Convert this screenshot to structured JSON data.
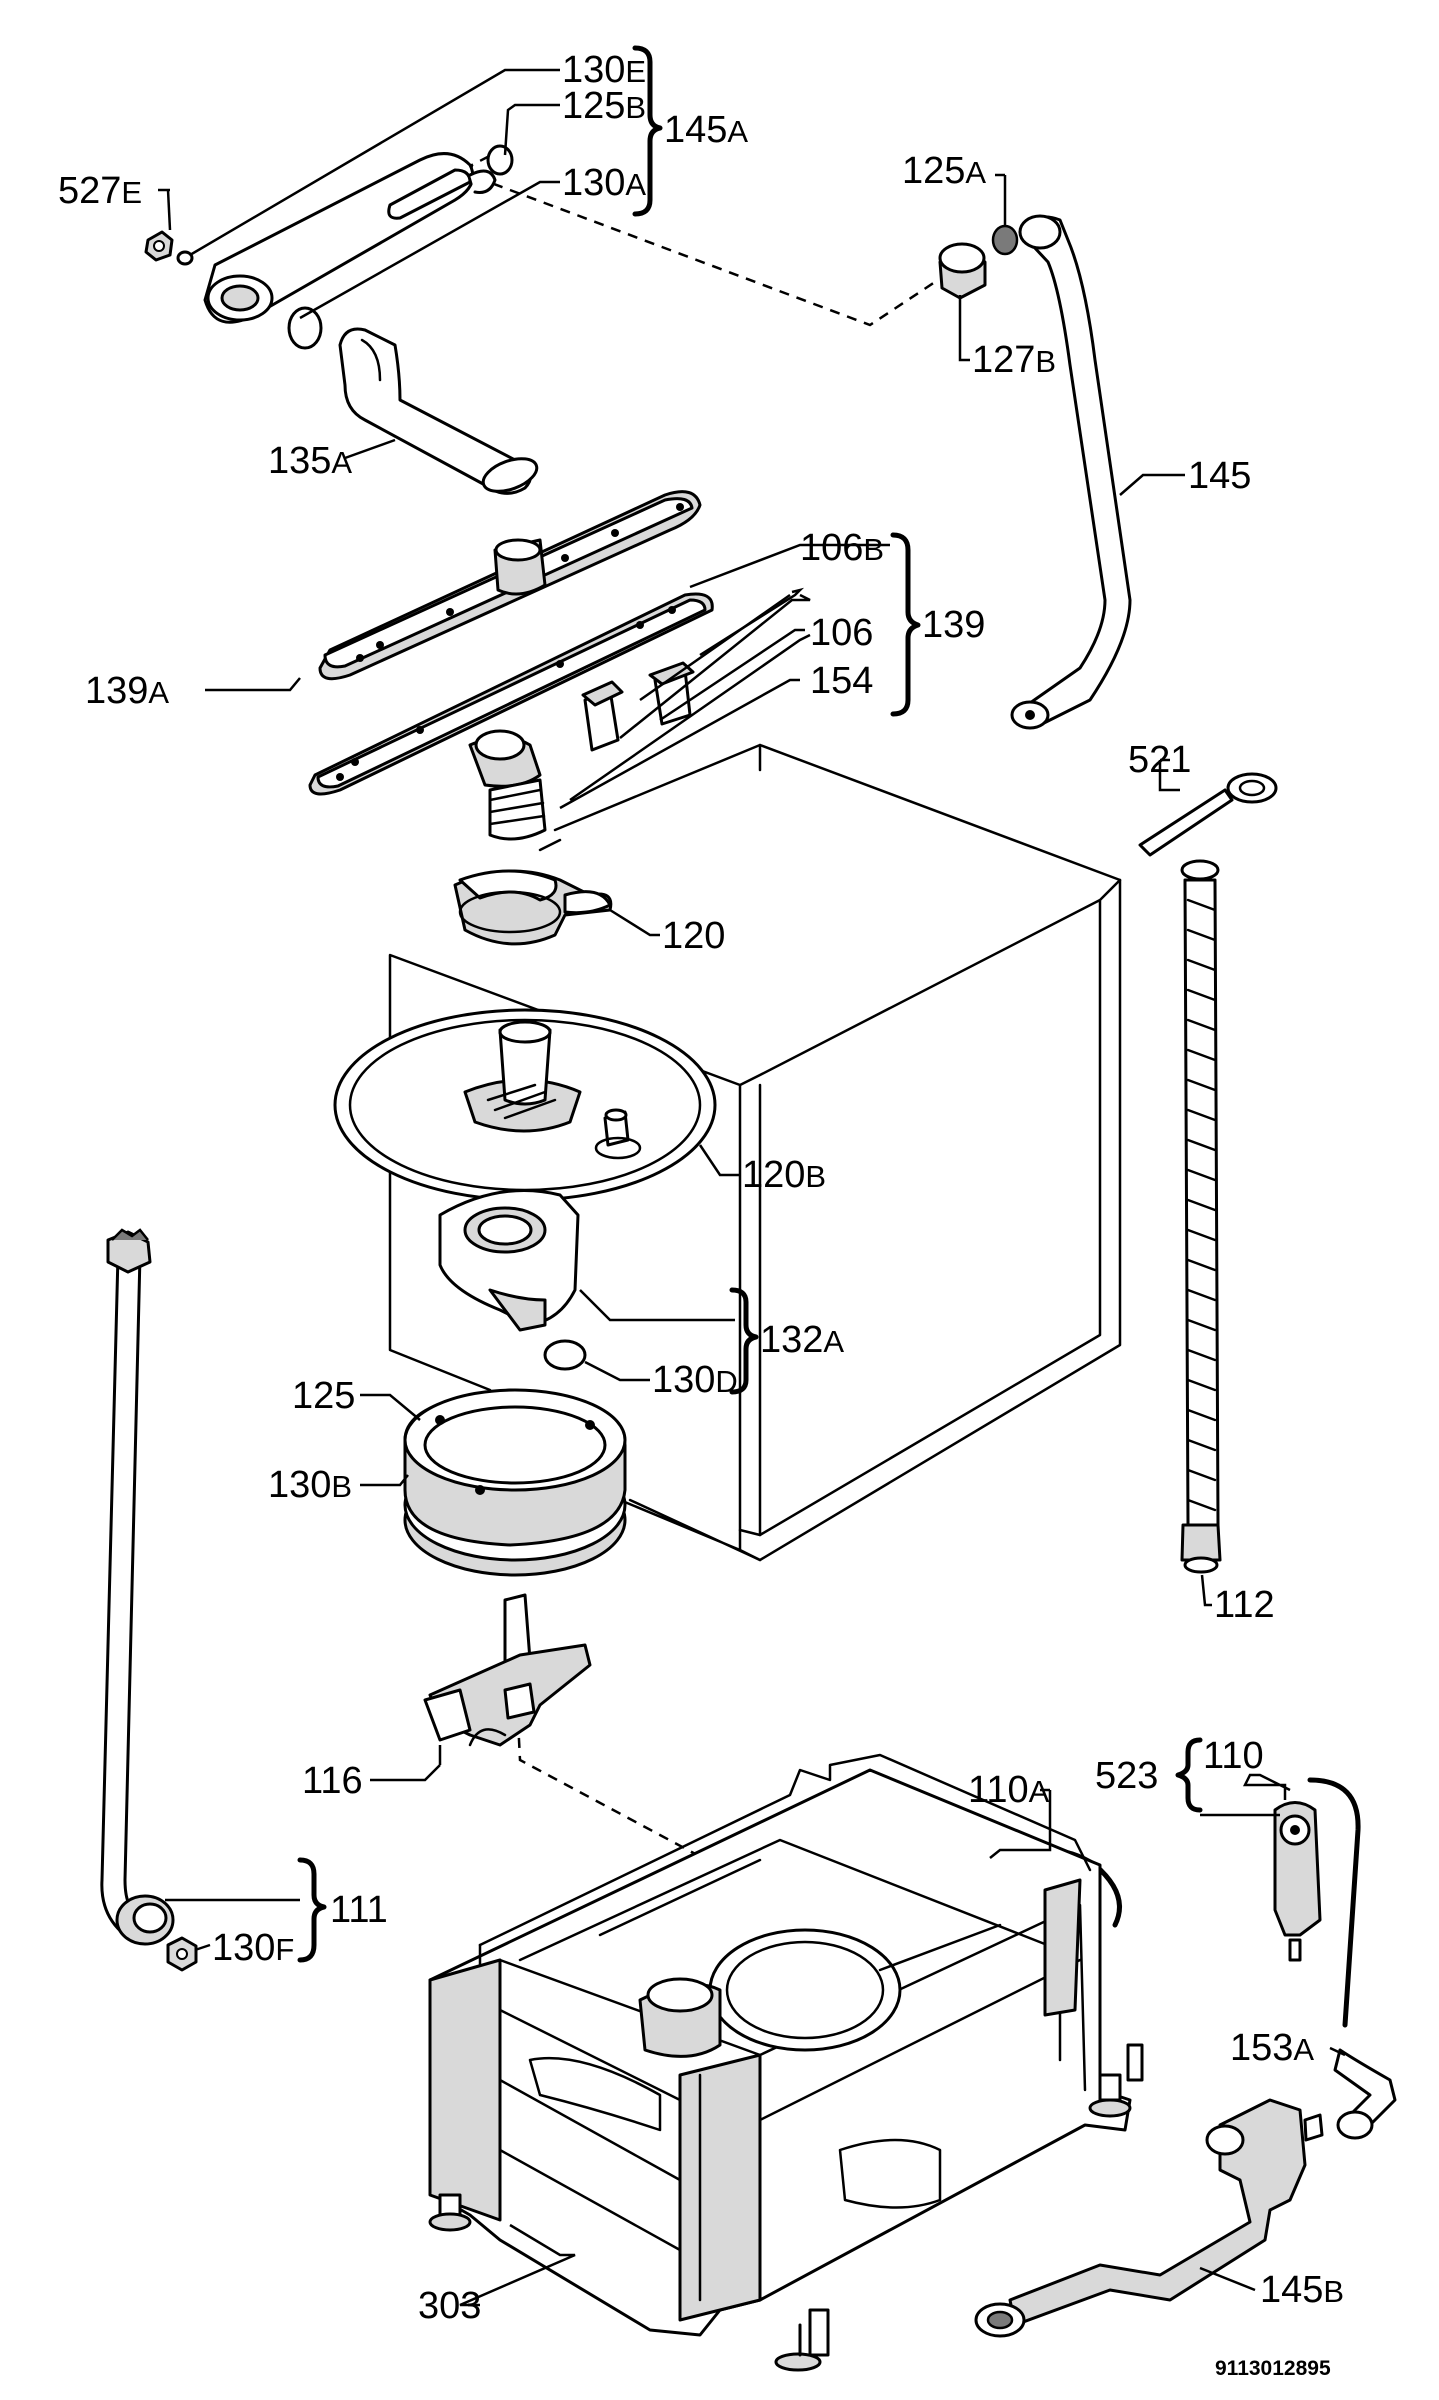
{
  "labels": {
    "l130E": {
      "num": "130",
      "suf": "E"
    },
    "l125B": {
      "num": "125",
      "suf": "B"
    },
    "l130A": {
      "num": "130",
      "suf": "A"
    },
    "l145A": {
      "num": "145",
      "suf": "A"
    },
    "l527E": {
      "num": "527",
      "suf": "E"
    },
    "l125A": {
      "num": "125",
      "suf": "A"
    },
    "l127B": {
      "num": "127",
      "suf": "B"
    },
    "l135A": {
      "num": "135",
      "suf": "A"
    },
    "l145": {
      "num": "145",
      "suf": ""
    },
    "l106B": {
      "num": "106",
      "suf": "B"
    },
    "l106": {
      "num": "106",
      "suf": ""
    },
    "l154": {
      "num": "154",
      "suf": ""
    },
    "l139": {
      "num": "139",
      "suf": ""
    },
    "l139A": {
      "num": "139",
      "suf": "A"
    },
    "l521": {
      "num": "521",
      "suf": ""
    },
    "l120": {
      "num": "120",
      "suf": ""
    },
    "l120B": {
      "num": "120",
      "suf": "B"
    },
    "l132A": {
      "num": "132",
      "suf": "A"
    },
    "l130D": {
      "num": "130",
      "suf": "D"
    },
    "l125": {
      "num": "125",
      "suf": ""
    },
    "l130B": {
      "num": "130",
      "suf": "B"
    },
    "l112": {
      "num": "112",
      "suf": ""
    },
    "l116": {
      "num": "116",
      "suf": ""
    },
    "l110A": {
      "num": "110",
      "suf": "A"
    },
    "l523": {
      "num": "523",
      "suf": ""
    },
    "l110": {
      "num": "110",
      "suf": ""
    },
    "l111": {
      "num": "111",
      "suf": ""
    },
    "l130F": {
      "num": "130",
      "suf": "F"
    },
    "l153A": {
      "num": "153",
      "suf": "A"
    },
    "l303": {
      "num": "303",
      "suf": ""
    },
    "l145B": {
      "num": "145",
      "suf": "B"
    }
  },
  "document_number": "9113012895"
}
